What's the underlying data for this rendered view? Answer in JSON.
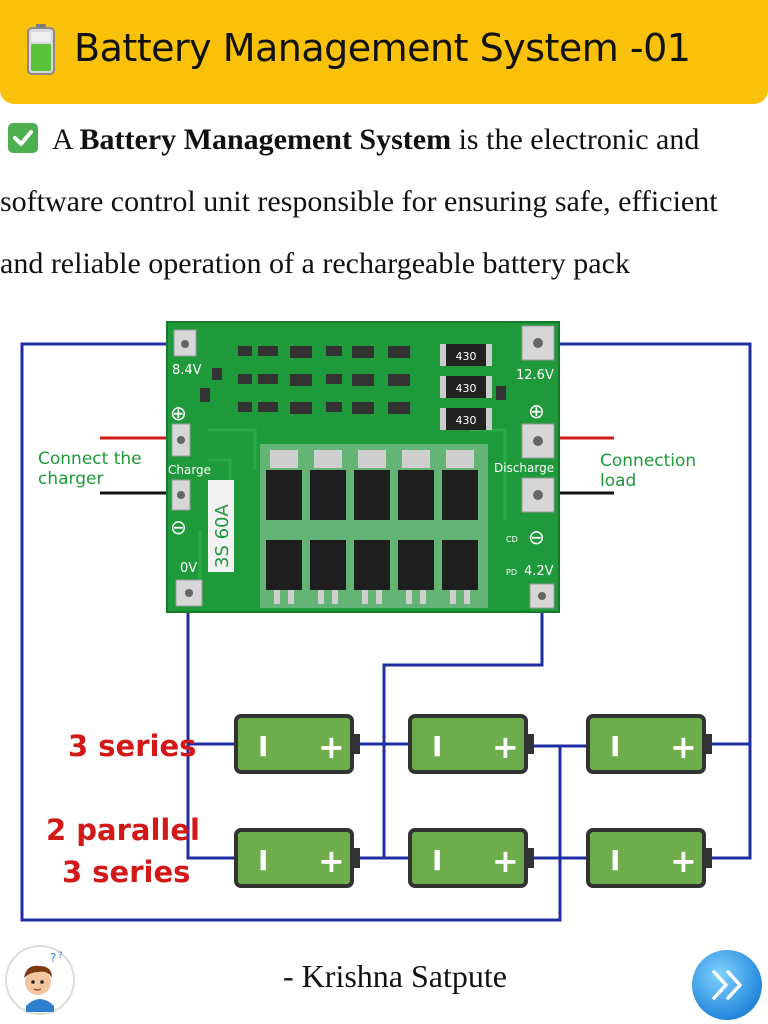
{
  "header": {
    "title": "Battery Management System -01",
    "icon": "battery-icon"
  },
  "intro": {
    "icon": "check-mark-icon",
    "line1_prefix": "A ",
    "line1_bold": "Battery Management System",
    "line1_suffix": " is the electronic and",
    "line2": "software control unit responsible for ensuring safe, efficient",
    "line3": "and reliable operation of a rechargeable battery pack"
  },
  "diagram": {
    "board_labels": {
      "v84": "8.4V",
      "v126": "12.6V",
      "charge": "Charge",
      "discharge": "Discharge",
      "v0": "0V",
      "v42": "4.2V",
      "model": "3S 60A",
      "cd": "CD",
      "pd": "PD",
      "resistor": "430",
      "plus_left": "⊕",
      "minus_left": "⊖",
      "plus_right": "⊕",
      "minus_right": "⊖"
    },
    "connect_charger": [
      "Connect the",
      "charger"
    ],
    "connection_load": [
      "Connection",
      "load"
    ],
    "series_label": "3 series",
    "parallel_label": [
      "2 parallel",
      "3 series"
    ],
    "cell_negative": "I",
    "cell_positive": "+",
    "colors": {
      "wire": "#1f2fa3",
      "board": "#1f9a3a",
      "cell": "#6dad4c",
      "label_red": "#d31818"
    }
  },
  "footer": {
    "author": "- Krishna Satpute",
    "avatar_icon": "thinking-boy-avatar",
    "next_icon": "double-chevron-right-icon"
  }
}
